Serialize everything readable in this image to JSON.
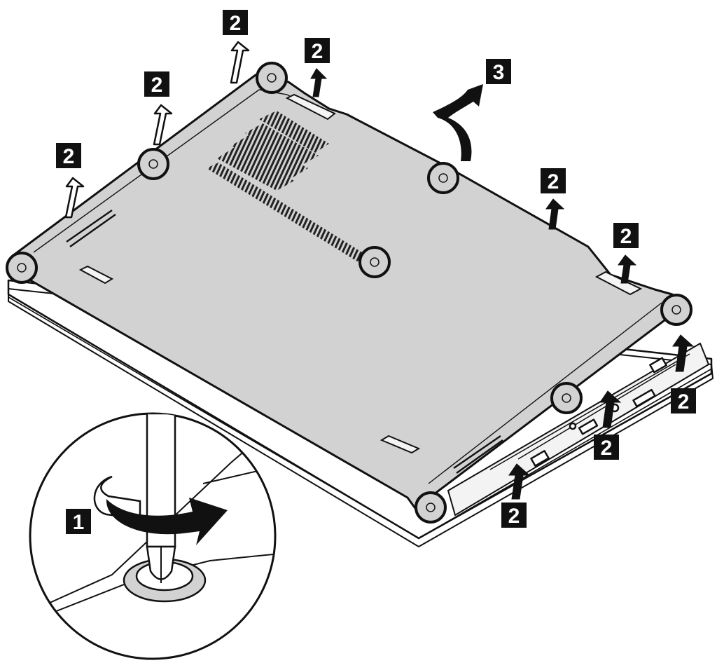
{
  "diagram": {
    "step_badges": [
      {
        "id": "b1",
        "text": "2"
      },
      {
        "id": "b2",
        "text": "2"
      },
      {
        "id": "b3",
        "text": "2"
      },
      {
        "id": "b4",
        "text": "2"
      },
      {
        "id": "b5",
        "text": "3"
      },
      {
        "id": "b6",
        "text": "2"
      },
      {
        "id": "b7",
        "text": "2"
      },
      {
        "id": "b8",
        "text": "2"
      },
      {
        "id": "b9",
        "text": "2"
      },
      {
        "id": "b10",
        "text": "2"
      },
      {
        "id": "b11",
        "text": "1"
      }
    ],
    "colors": {
      "cover_fill": "#d2d2d2",
      "outline": "#111111",
      "badge_fill": "#111111",
      "badge_text": "#ffffff",
      "background": "#ffffff"
    },
    "icons": [
      "screw-icon",
      "screwdriver-icon",
      "rotate-arrow-icon",
      "lift-arrow-icon",
      "pry-arrow-icon"
    ]
  }
}
